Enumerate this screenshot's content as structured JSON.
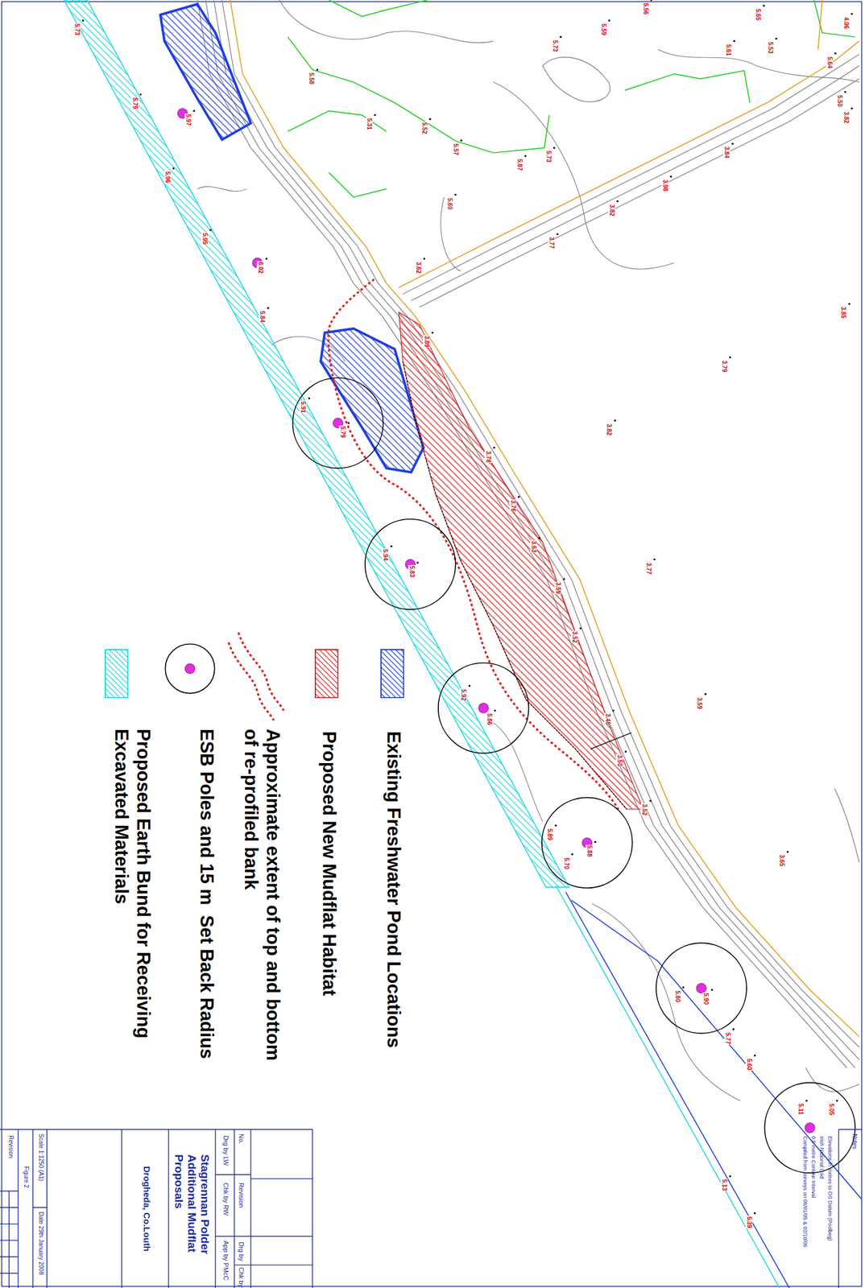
{
  "diagram": {
    "title": "Stagrennan Polder Additional Mudflat Proposals",
    "labels": [
      "No.",
      "Revision",
      "Drg by",
      "Chk by",
      "Drg by LW",
      "Chk by RW",
      "App by PMcC",
      "Drogheda, Co.Louth",
      "Scale 1:1250 (A1)",
      "Date 29th January 2008",
      "Figure 2",
      "Revision",
      "Notes",
      "Elevations in metres to OS Datum (Poolbeg)",
      "Irish National Grid",
      "0.5 metre Contour Interval",
      "Compiled from surveys on 06/01/05 & 02/10/06",
      "3.85",
      "3.79",
      "3.82",
      "3.77",
      "3.59",
      "3.65",
      "5.56",
      "5.65",
      "5.59",
      "5.53",
      "5.73",
      "5.61",
      "5.60",
      "5.64",
      "5.50",
      "5.73",
      "5.75",
      "5.96",
      "5.95",
      "5.84",
      "5.91",
      "5.94",
      "5.92",
      "5.89",
      "5.70",
      "5.80",
      "5.77",
      "5.60",
      "5.11",
      "5.05",
      "5.13",
      "5.39",
      "5.97",
      "6.02",
      "5.79",
      "5.83",
      "5.86",
      "5.88",
      "5.90",
      "3.89",
      "3.78",
      "3.76",
      "3.63",
      "3.59",
      "3.52",
      "3.48",
      "3.50",
      "3.52",
      "3.62",
      "3.77",
      "3.82",
      "3.98",
      "3.84",
      "5.57",
      "5.87",
      "5.73",
      "5.52",
      "5.31",
      "5.58",
      "4.06",
      "3.82"
    ],
    "legend": [
      {
        "text": "Existing Freshwater Pond Locations",
        "color": "#1f3fe0"
      },
      {
        "text": "Proposed New Mudflat Habitat",
        "color": "#e02020"
      },
      {
        "text": "Approximate extent of top and bottom of re-profiled bank"
      },
      {
        "text": "ESB Poles and 15 m  Set Back Radius"
      },
      {
        "text": "Proposed Earth Bund for Receiving Excavated Materials",
        "color": "#20d8e0"
      }
    ]
  }
}
